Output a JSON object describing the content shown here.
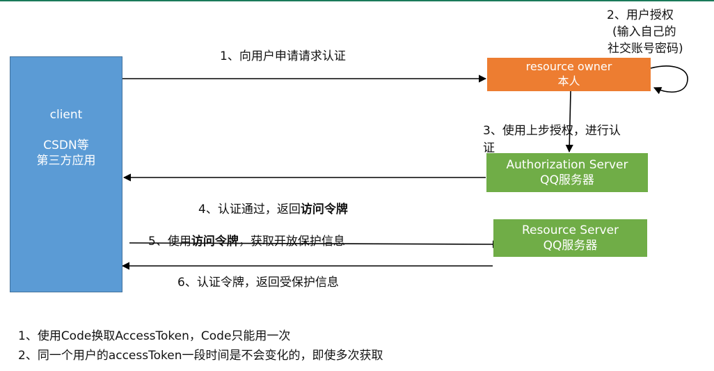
{
  "nodes": {
    "client": {
      "line1": "client",
      "line2": "CSDN等",
      "line3": "第三方应用",
      "color": "#5b9bd5"
    },
    "resource_owner": {
      "line1": "resource owner",
      "line2": "本人",
      "color": "#ed7d31"
    },
    "authorization_server": {
      "line1": "Authorization Server",
      "line2": "QQ服务器",
      "color": "#70ad47"
    },
    "resource_server": {
      "line1": "Resource Server",
      "line2": "QQ服务器",
      "color": "#70ad47"
    }
  },
  "steps": {
    "step1": "1、向用户申请请求认证",
    "step2": {
      "line1": "2、用户授权",
      "line2": "(输入自己的",
      "line3": "社交账号密码)"
    },
    "step3": {
      "line1": "3、使用上步授权，进行认",
      "line2": "证"
    },
    "step4": {
      "prefix": "4、认证通过，返回",
      "bold": "访问令牌"
    },
    "step5": {
      "prefix": "5、使用",
      "bold": "访问令牌",
      "suffix": "，获取开放保护信息"
    },
    "step6": "6、认证令牌，返回受保护信息"
  },
  "notes": [
    "1、使用Code换取AccessToken，Code只能用一次",
    "2、同一个用户的accessToken一段时间是不会变化的，即使多次获取"
  ]
}
